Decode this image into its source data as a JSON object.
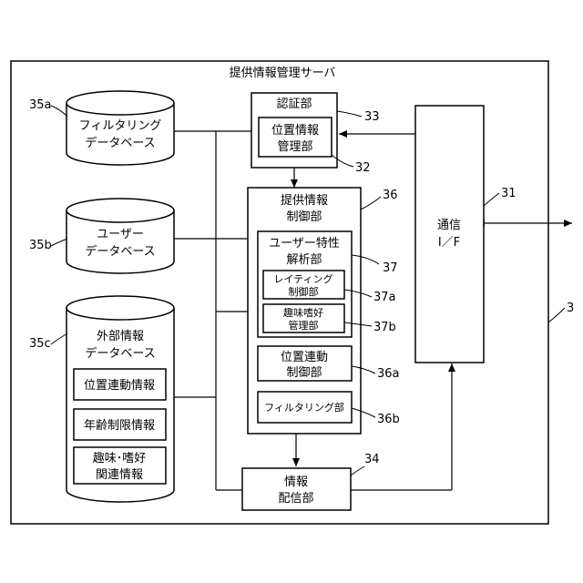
{
  "server_label": "提供情報管理サーバ",
  "server_ref": "3",
  "databases": {
    "filtering": {
      "ref": "35a",
      "line1": "フィルタリング",
      "line2": "データベース"
    },
    "user": {
      "ref": "35b",
      "line1": "ユーザー",
      "line2": "データベース"
    },
    "external": {
      "ref": "35c",
      "line1": "外部情報",
      "line2": "データベース",
      "items": [
        "位置連動情報",
        "年齢制限情報",
        "趣味･嗜好",
        "関連情報"
      ]
    }
  },
  "auth": {
    "ref": "33",
    "label": "認証部",
    "sub": {
      "ref": "32",
      "line1": "位置情報",
      "line2": "管理部"
    }
  },
  "control": {
    "ref": "36",
    "line1": "提供情報",
    "line2": "制御部",
    "analysis": {
      "ref": "37",
      "line1": "ユーザー特性",
      "line2": "解析部",
      "rating": {
        "ref": "37a",
        "line1": "レイティング",
        "line2": "制御部"
      },
      "hobby": {
        "ref": "37b",
        "line1": "趣味嗜好",
        "line2": "管理部"
      }
    },
    "location": {
      "ref": "36a",
      "line1": "位置連動",
      "line2": "制御部"
    },
    "filtering": {
      "ref": "36b",
      "label": "フィルタリング部"
    }
  },
  "distribution": {
    "ref": "34",
    "line1": "情報",
    "line2": "配信部"
  },
  "comm": {
    "ref": "31",
    "line1": "通信",
    "line2": "I／F"
  }
}
